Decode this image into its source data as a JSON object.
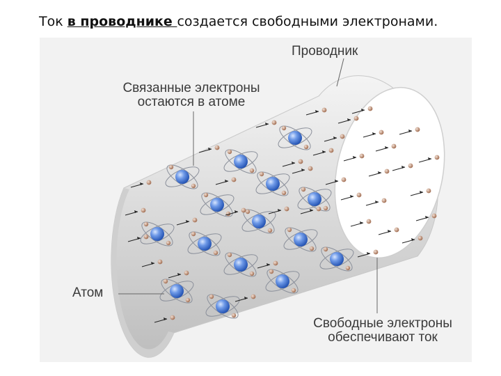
{
  "title": {
    "prefix": "Ток ",
    "emphasis": "в проводнике ",
    "suffix": "создается свободными электронами."
  },
  "labels": {
    "conductor": "Проводник",
    "bound_line1": "Связанные электроны",
    "bound_line2": "остаются в атоме",
    "atom": "Атом",
    "free_line1": "Свободные электроны",
    "free_line2": "обеспечивают ток"
  },
  "colors": {
    "nucleus": "#3f74d6",
    "electron": "#b07a5c",
    "cylinder": "#dcdcdc"
  }
}
